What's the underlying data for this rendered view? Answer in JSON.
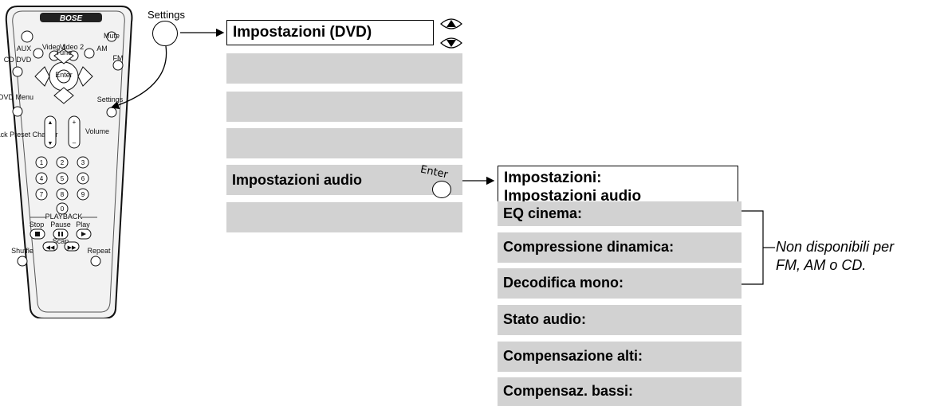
{
  "remote": {
    "brand": "BOSE",
    "labels": {
      "aux": "AUX",
      "video1": "Video 1",
      "video2": "Video 2",
      "am": "AM",
      "mute": "Mute",
      "cd_dvd": "CD DVD",
      "fm": "FM",
      "tune": "Tune",
      "enter": "Enter",
      "dvd_menu": "DVD Menu",
      "settings": "Settings",
      "track": "Track Preset Chapter",
      "volume": "Volume",
      "playback": "PLAYBACK",
      "stop": "Stop",
      "pause": "Pause",
      "play": "Play",
      "scan": "Scan",
      "shuffle": "Shuffle",
      "repeat": "Repeat"
    },
    "digits": [
      "1",
      "2",
      "3",
      "4",
      "5",
      "6",
      "7",
      "8",
      "9",
      "0"
    ]
  },
  "settings_button_label": "Settings",
  "enter_button_label": "Enter",
  "main_menu": {
    "title": "Impostazioni (DVD)",
    "rows": [
      "",
      "",
      "",
      "Impostazioni audio",
      ""
    ]
  },
  "audio_menu": {
    "title_line1": "Impostazioni:",
    "title_line2": "Impostazioni audio",
    "rows": [
      "EQ cinema:",
      "Compressione dinamica:",
      "Decodifica mono:",
      "Stato audio:",
      "Compensazione alti:",
      "Compensaz. bassi:"
    ]
  },
  "note": {
    "line1": "Non disponibili per",
    "line2": "FM, AM o CD."
  }
}
